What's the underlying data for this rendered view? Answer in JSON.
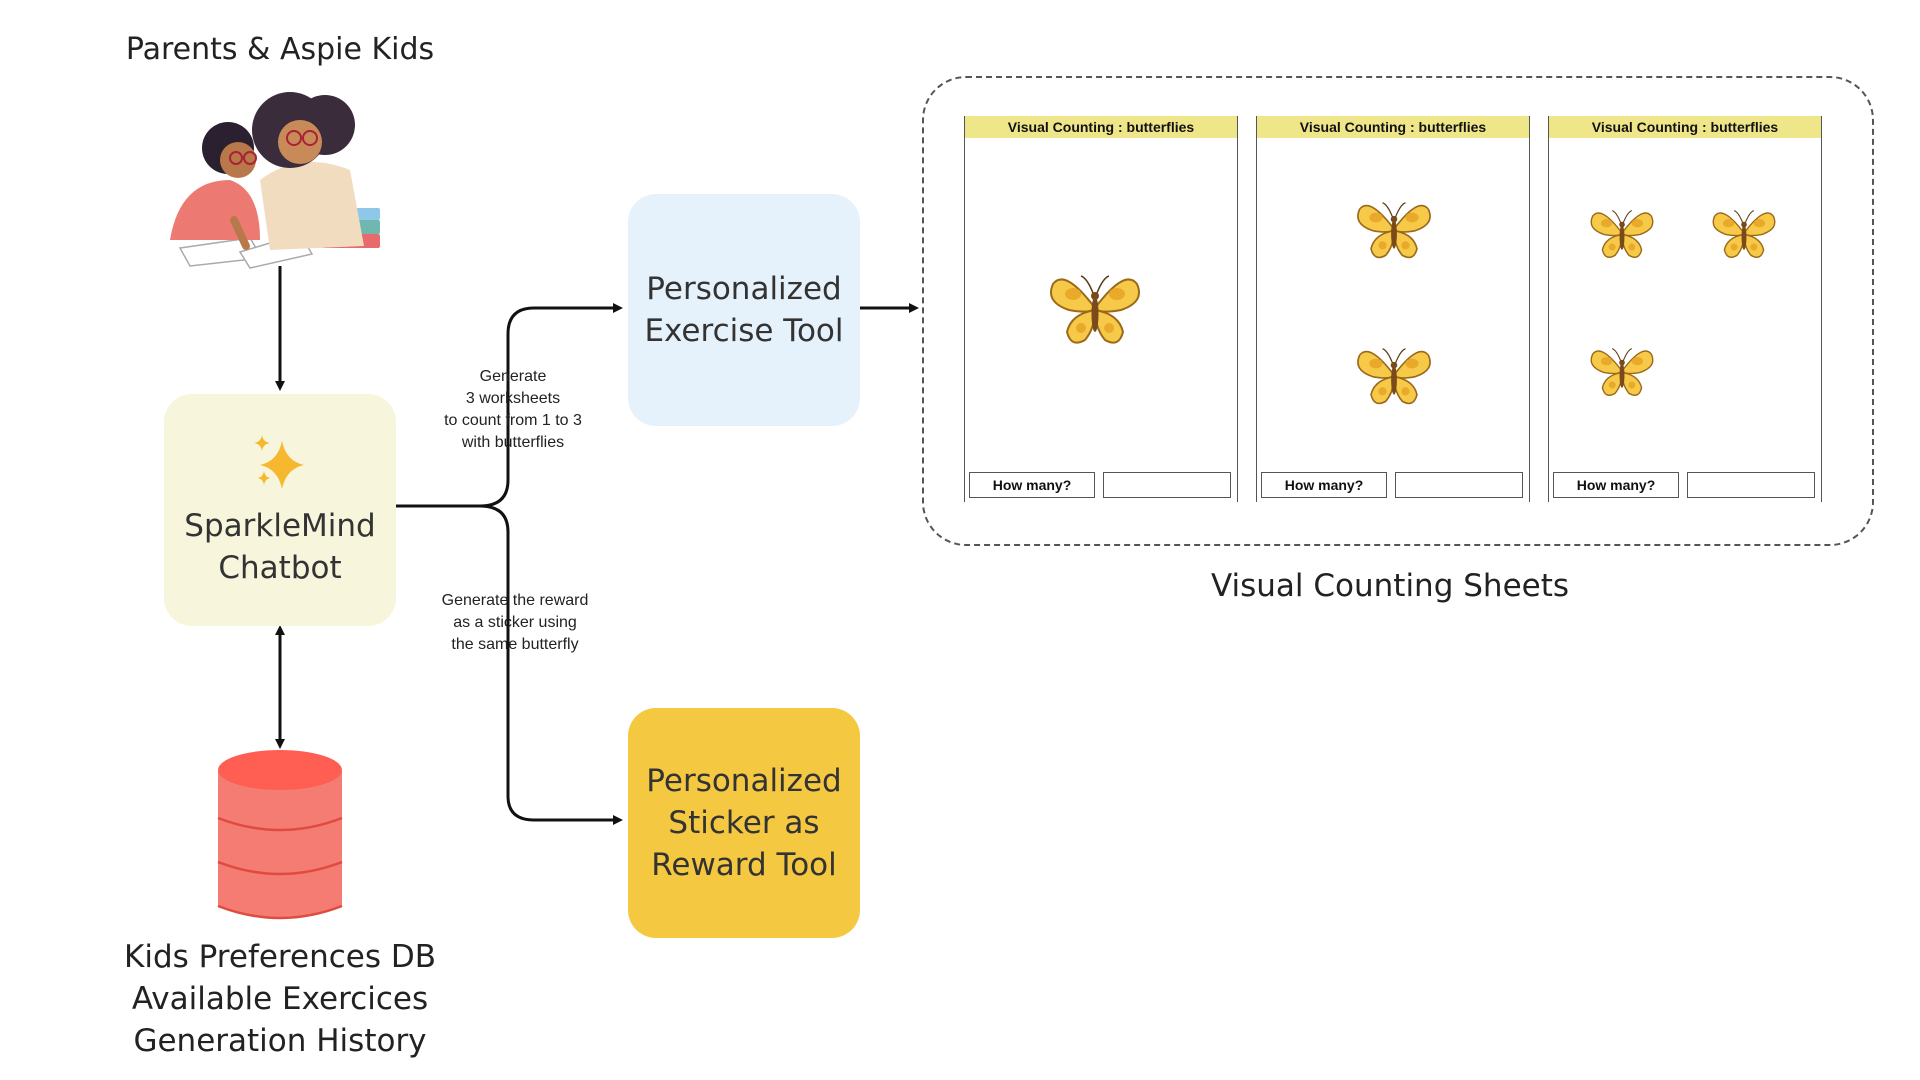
{
  "top_label": "Parents & Aspie Kids",
  "chatbot": {
    "line1": "SparkleMind",
    "line2": "Chatbot",
    "icon": "sparkles-icon",
    "icon_color": "#f5b82e",
    "bg": "#f7f5dc"
  },
  "exercise_tool": {
    "text": "Personalized Exercise Tool",
    "bg": "#e6f2fb"
  },
  "sticker_tool": {
    "text": "Personalized Sticker as Reward Tool",
    "bg": "#f5c842"
  },
  "edge_exercise": {
    "lines": [
      "Generate",
      "3 worksheets",
      "to count from 1 to 3",
      "with butterflies"
    ]
  },
  "edge_sticker": {
    "lines": [
      "Generate the reward",
      "as a sticker using",
      "the same butterfly"
    ]
  },
  "database": {
    "icon": "database-icon",
    "color": "#f47c73",
    "lines": [
      "Kids Preferences DB",
      "Available Exercices",
      "Generation History"
    ]
  },
  "sheets_caption": "Visual Counting Sheets",
  "sheets": [
    {
      "title": "Visual Counting : butterflies",
      "count": 1,
      "question": "How many?"
    },
    {
      "title": "Visual Counting : butterflies",
      "count": 2,
      "question": "How many?"
    },
    {
      "title": "Visual Counting : butterflies",
      "count": 3,
      "question": "How many?"
    }
  ]
}
